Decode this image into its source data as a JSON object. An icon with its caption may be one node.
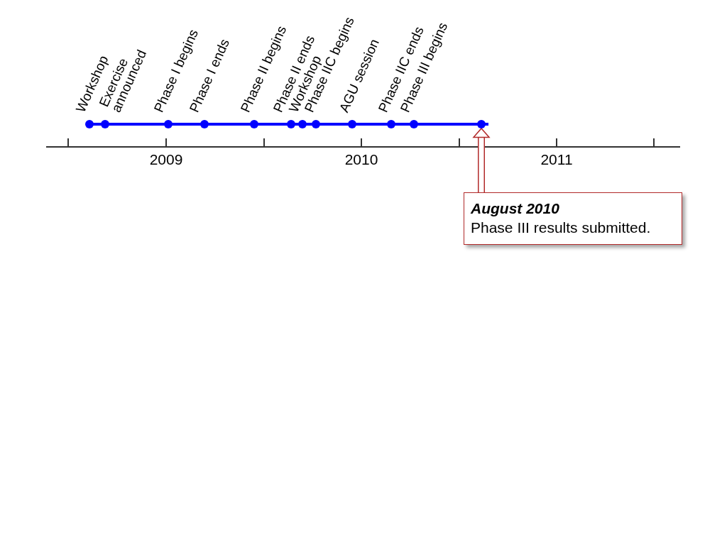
{
  "diagram": {
    "nodes": [
      {
        "text": [],
        "shape": "circle"
      },
      {
        "text": [
          "August 2010",
          "Phase III results submitted."
        ]
      }
    ],
    "edges": [
      {
        "from": 1,
        "to": 0,
        "arrow": "to"
      }
    ],
    "labels": [
      "Workshop",
      "Exercise announced",
      "Phase I begins",
      "Phase I ends",
      "Phase II begins",
      "Phase II ends",
      "Workshop",
      "Phase IIC begins",
      "AGU session",
      "Phase IIC ends",
      "Phase III begins",
      "2009",
      "2010",
      "2011"
    ]
  }
}
